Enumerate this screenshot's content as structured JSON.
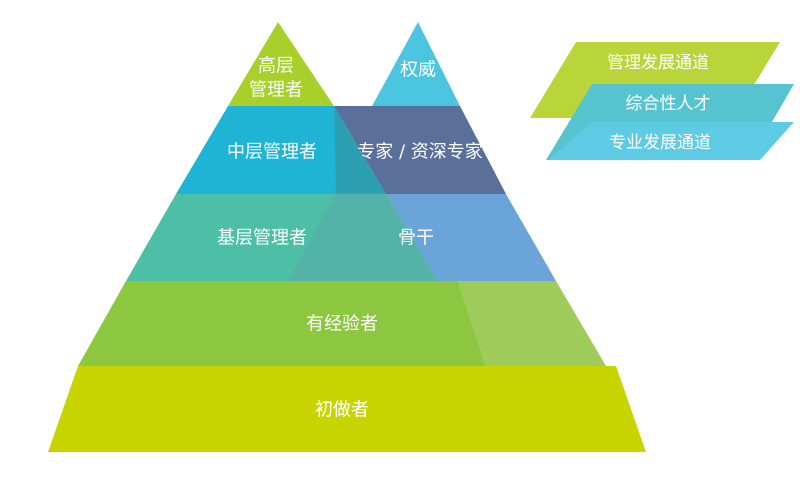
{
  "colors": {
    "level1": "#c8d400",
    "level2": "#8dc63f",
    "level3": "#4cbfa6",
    "level4": "#1fb3d6",
    "level5": "#a8cf2a",
    "right_top": "#4cc6e0",
    "expert": "#5a6f9a",
    "expert_overlap": "#2d9fb3",
    "backbone": "#6ba4d8",
    "backbone_overlap": "#53b3a8",
    "experienced_right": "#9fcb5a",
    "legend_management": "#b9d53a",
    "legend_composite": "#56c4d0",
    "legend_professional": "#5ecbe4"
  },
  "pyramid": {
    "level1_label": "初做者",
    "level2_label": "有经验者",
    "level3_label": "基层管理者",
    "level4_label": "中层管理者",
    "level5_label_line1": "高层",
    "level5_label_line2": "管理者"
  },
  "professional": {
    "top_label": "权威",
    "expert_label": "专家 / 资深专家",
    "backbone_label": "骨干"
  },
  "legend": {
    "management": "管理发展通道",
    "composite": "综合性人才",
    "professional": "专业发展通道"
  }
}
